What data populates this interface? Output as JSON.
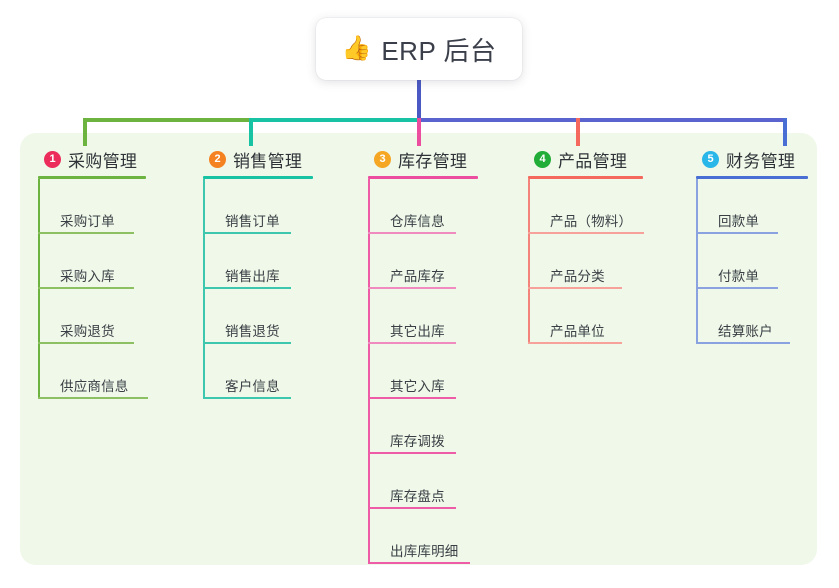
{
  "root": {
    "icon": "thumbs-up-emoji",
    "emoji": "👍",
    "title": "ERP 后台"
  },
  "colors": {
    "panel_background": "#eff8e9",
    "page_background": "#ffffff",
    "trunk": "#4a59c4",
    "bus_left": "#6cb33f",
    "bus_mid": "#17c3a2",
    "bus_right": "#5b63cf",
    "drop_1": "#6cb33f",
    "drop_2": "#17c3a2",
    "drop_3": "#ed4d9e",
    "drop_4": "#f4685e",
    "drop_5": "#4a6fd4"
  },
  "columns": [
    {
      "number": "1",
      "title": "采购管理",
      "badge_color": "#ec2d5b",
      "accent": "#6cb33f",
      "items": [
        {
          "label": "采购订单"
        },
        {
          "label": "采购入库"
        },
        {
          "label": "采购退货"
        },
        {
          "label": "供应商信息"
        }
      ]
    },
    {
      "number": "2",
      "title": "销售管理",
      "badge_color": "#f58220",
      "accent": "#17c3a2",
      "items": [
        {
          "label": "销售订单"
        },
        {
          "label": "销售出库"
        },
        {
          "label": "销售退货"
        },
        {
          "label": "客户信息"
        }
      ]
    },
    {
      "number": "3",
      "title": "库存管理",
      "badge_color": "#f5a623",
      "accent": "#ed4d9e",
      "items": [
        {
          "label": "仓库信息"
        },
        {
          "label": "产品库存"
        },
        {
          "label": "其它出库"
        },
        {
          "label": "其它入库"
        },
        {
          "label": "库存调拨"
        },
        {
          "label": "库存盘点"
        },
        {
          "label": "出库库明细"
        }
      ]
    },
    {
      "number": "4",
      "title": "产品管理",
      "badge_color": "#22ac38",
      "accent": "#f4685e",
      "items": [
        {
          "label": "产品（物料）"
        },
        {
          "label": "产品分类"
        },
        {
          "label": "产品单位"
        }
      ]
    },
    {
      "number": "5",
      "title": "财务管理",
      "badge_color": "#29b6e8",
      "accent": "#4a6fd4",
      "items": [
        {
          "label": "回款单"
        },
        {
          "label": "付款单"
        },
        {
          "label": "结算账户"
        }
      ]
    }
  ],
  "layout": {
    "column_left": [
      38,
      203,
      368,
      528,
      696
    ],
    "header_rule_width": [
      108,
      110,
      110,
      115,
      112
    ],
    "item_rule_width": [
      96,
      88,
      88,
      100,
      82
    ],
    "item_label_width": [
      120,
      110,
      110,
      130,
      100
    ]
  }
}
